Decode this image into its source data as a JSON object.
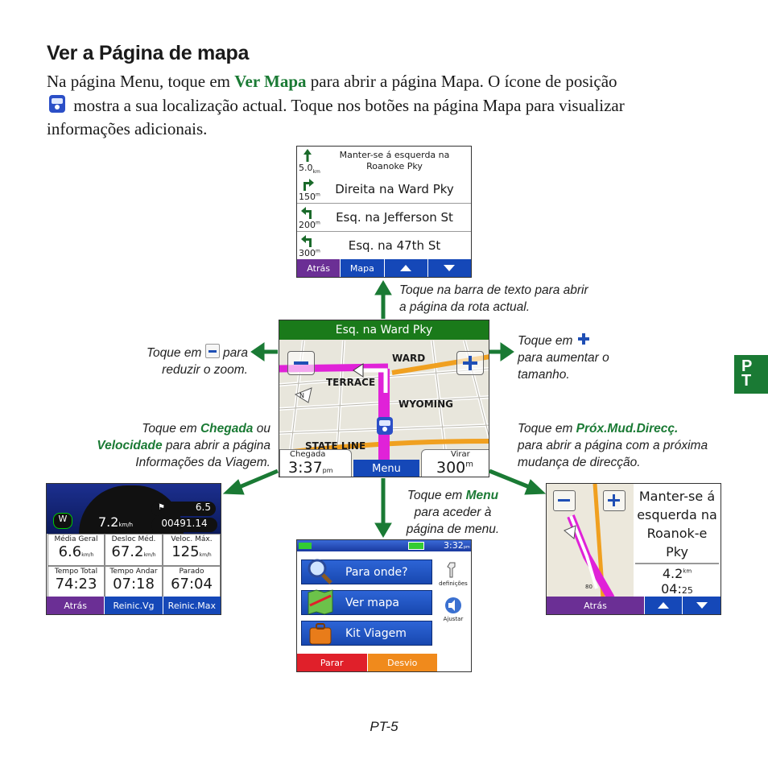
{
  "heading": "Ver a Página de mapa",
  "intro": {
    "part1": "Na página Menu, toque em ",
    "link": "Ver Mapa",
    "part2": " para abrir a página Mapa. O ícone de posição",
    "part3": " mostra a sua localização actual. Toque nos botões na página Mapa para visualizar informações adicionais."
  },
  "callouts": {
    "top": "Toque na barra de texto para abrir a página da rota actual.",
    "left_a": "Toque em ",
    "left_b": " para reduzir o zoom.",
    "right_a": "Toque em ",
    "right_b": "para aumentar o tamanho.",
    "trip_a": "Toque em ",
    "trip_chegada": "Chegada",
    "trip_ou": " ou",
    "trip_velocidade": "Velocidade",
    "trip_b": " para abrir a página Informações da Viagem.",
    "turn_a": "Toque em ",
    "turn_link": "Próx.Mud.Direcç.",
    "turn_b": "para abrir a página com a próxima mudança de direcção.",
    "menu_a": "Toque em ",
    "menu_link": "Menu",
    "menu_b": "para aceder à página de menu."
  },
  "route_list": {
    "rows": [
      {
        "text": "Manter-se á esquerda na Roanoke Pky",
        "dist": "5.0",
        "unit": "km"
      },
      {
        "text": "Direita na Ward Pky",
        "dist": "150",
        "unit": "m"
      },
      {
        "text": "Esq. na Jefferson St",
        "dist": "200",
        "unit": "m"
      },
      {
        "text": "Esq. na 47th St",
        "dist": "300",
        "unit": "m"
      }
    ],
    "buttons": {
      "back": "Atrás",
      "map": "Mapa"
    }
  },
  "map": {
    "street_bar": "Esq. na Ward Pky",
    "labels": {
      "ward": "WARD",
      "terrace": "TERRACE",
      "wyoming": "WYOMING",
      "state_line": "STATE LINE",
      "north": "N"
    },
    "arrival_label": "Chegada",
    "arrival_time": "3:37",
    "arrival_suffix": "pm",
    "menu": "Menu",
    "turn_label": "Virar",
    "turn_dist": "300",
    "turn_unit": "m"
  },
  "trip": {
    "speed": "7.2",
    "speed_unit": "km/h",
    "heading": "W",
    "dist_a": "6.5",
    "odometer": "00491.14",
    "cells": [
      {
        "label": "Média Geral",
        "value": "6.6",
        "unit": "km/h"
      },
      {
        "label": "Desloc Méd.",
        "value": "67.2",
        "unit": "km/h"
      },
      {
        "label": "Veloc. Máx.",
        "value": "125",
        "unit": "km/h"
      },
      {
        "label": "Tempo Total",
        "value": "74:23",
        "unit": ""
      },
      {
        "label": "Tempo Andar",
        "value": "07:18",
        "unit": ""
      },
      {
        "label": "Parado",
        "value": "67:04",
        "unit": ""
      }
    ],
    "buttons": {
      "back": "Atrás",
      "reset_trip": "Reinic.Vg",
      "reset_max": "Reinic.Max"
    }
  },
  "menu_page": {
    "time": "3:32",
    "time_suffix": "pm",
    "items": [
      "Para onde?",
      "Ver mapa",
      "Kit Viagem"
    ],
    "side": {
      "settings": "definições",
      "adjust": "Ajustar"
    },
    "buttons": {
      "stop": "Parar",
      "detour": "Desvio"
    }
  },
  "next_turn": {
    "text": "Manter-se á esquerda na Roanok-e Pky",
    "dist": "4.2",
    "dist_unit": "km",
    "time": "04:",
    "time_sec": "25",
    "scale": "80",
    "buttons": {
      "back": "Atrás"
    }
  },
  "side_tab": {
    "line1": "P",
    "line2": "T"
  },
  "page_number": "PT-5",
  "colors": {
    "accent_green": "#1a7a34",
    "button_blue": "#1548b8",
    "button_purple": "#6b2f95",
    "route_magenta": "#e022d8"
  }
}
